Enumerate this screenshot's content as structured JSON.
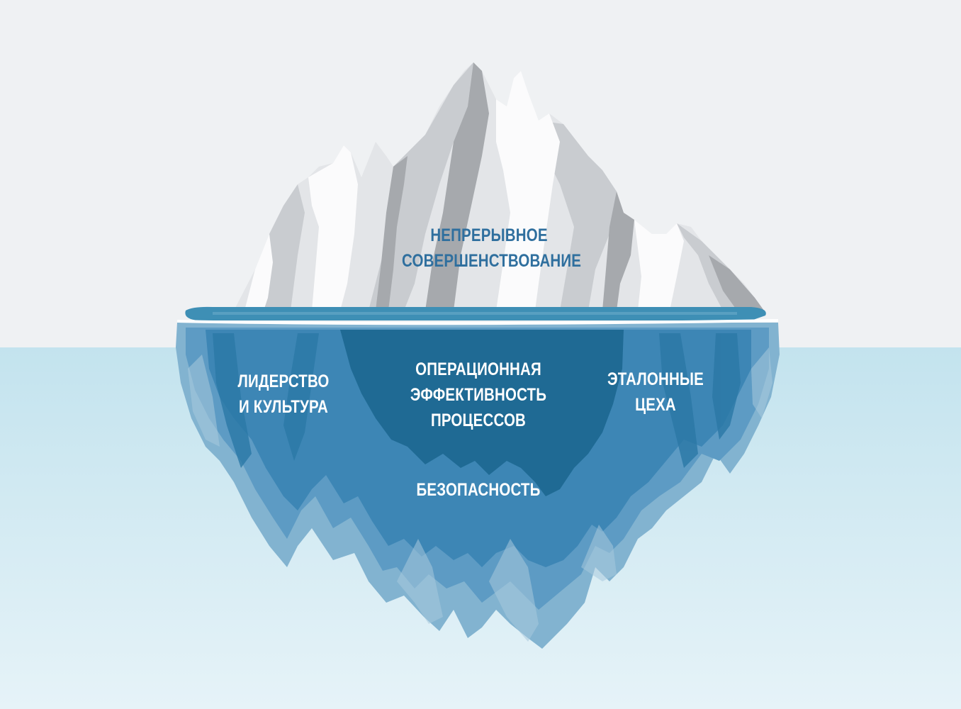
{
  "colors": {
    "sky": "#eff1f3",
    "water_top": "#c3e3ee",
    "water_bottom": "#e6f3f8",
    "ice_light": "#f7f8f9",
    "ice_mid": "#d4d7da",
    "ice_shadow": "#a6a9ad",
    "waterline": "#3e8fb5",
    "underwater_dark": "#1f6a94",
    "underwater_mid": "#3d86b5",
    "underwater_light": "#7fb2d1",
    "top_label": "#2f6f9e",
    "sub_label": "#ffffff"
  },
  "labels": {
    "top": [
      "НЕПРЕРЫВНОЕ",
      "СОВЕРШЕНСТВОВАНИЕ"
    ],
    "left": [
      "ЛИДЕРСТВО",
      "И КУЛЬТУРА"
    ],
    "center": [
      "ОПЕРАЦИОННАЯ",
      "ЭФФЕКТИВНОСТЬ",
      "ПРОЦЕССОВ"
    ],
    "right": [
      "ЭТАЛОННЫЕ",
      "ЦЕХА"
    ],
    "bottom": [
      "БЕЗОПАСНОСТЬ"
    ]
  }
}
